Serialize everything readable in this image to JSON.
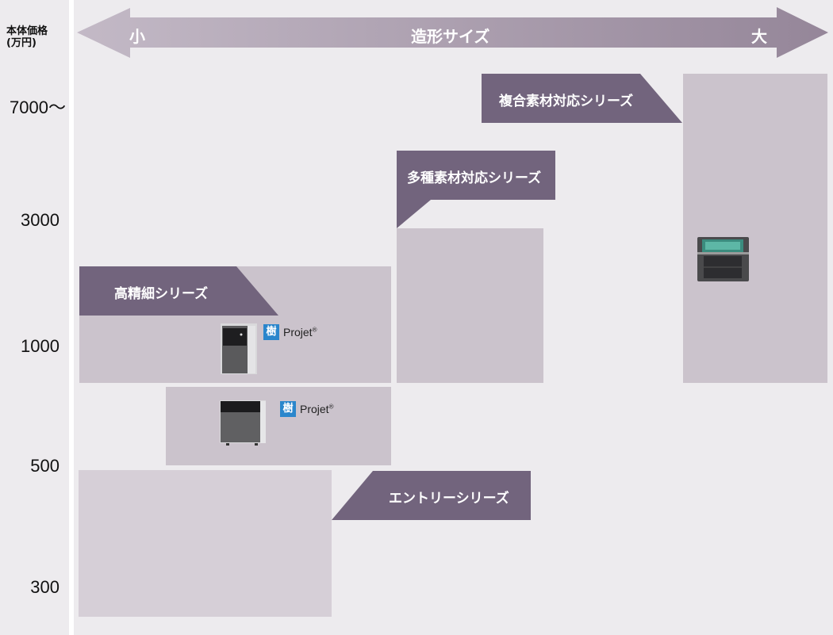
{
  "y_axis": {
    "title_line1": "本体価格",
    "title_line2": "(万円)",
    "ticks": [
      "7000〜",
      "3000",
      "1000",
      "500",
      "300"
    ]
  },
  "x_axis": {
    "title": "造形サイズ",
    "small_label": "小",
    "large_label": "大"
  },
  "series": [
    {
      "label": "複合素材対応シリーズ",
      "product_image": "full-color-multi-material-printer"
    },
    {
      "label": "多種素材対応シリーズ"
    },
    {
      "label": "高精細シリーズ",
      "products": [
        {
          "badge": "樹",
          "brand": "Projet",
          "mark": "®",
          "image": "tower-printer"
        },
        {
          "badge": "樹",
          "brand": "Projet",
          "mark": "®",
          "image": "desktop-printer"
        }
      ]
    },
    {
      "label": "エントリーシリーズ"
    }
  ],
  "colors": {
    "label_fill": "#72647d",
    "block_fill": "#cbc3cc",
    "arrow_start": "#c3b9c6",
    "arrow_end": "#958699",
    "badge": "#2a86cc"
  }
}
